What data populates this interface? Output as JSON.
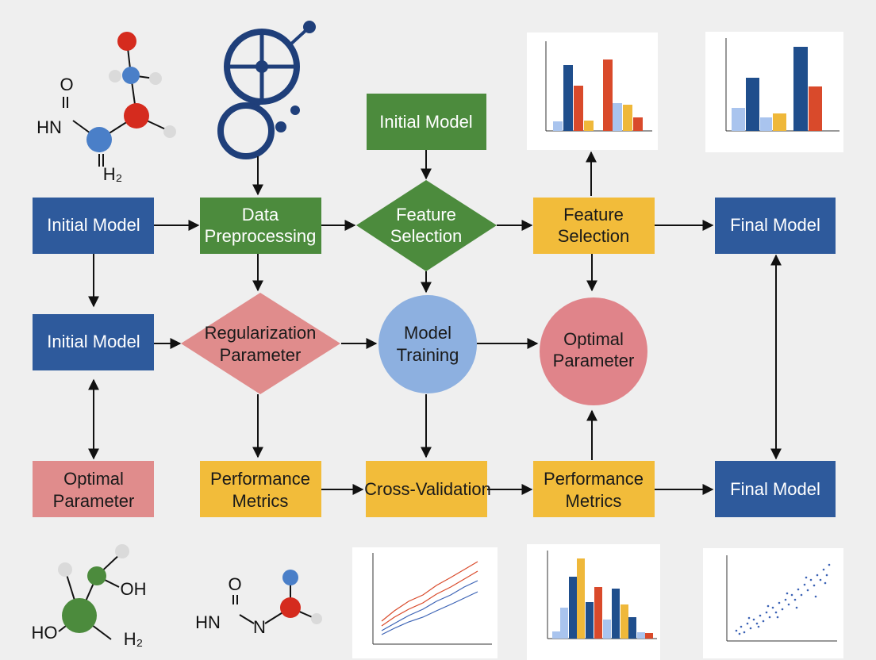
{
  "colors": {
    "blue_box": "#2E5A9C",
    "green_box": "#4C8B3D",
    "yellow_box": "#F2BC3A",
    "pink_box": "#E08C8C",
    "blue_circle": "#8DB0E0",
    "pink_circle": "#E0848A",
    "chart_navy": "#1F4E8C",
    "chart_red": "#D94A2B",
    "chart_yellow": "#EFB83A",
    "chart_lightblue": "#A9C4EE"
  },
  "nodes": {
    "n1": "Initial Model",
    "n2": [
      "Data",
      "Preprocessing"
    ],
    "n3": [
      "Feature",
      "Selection"
    ],
    "n4": [
      "Feature",
      "Selection"
    ],
    "n5": "Final Model",
    "n6": "Initial Model",
    "n7": [
      "Regularization",
      "Parameter"
    ],
    "n8": [
      "Model",
      "Training"
    ],
    "n9": [
      "Optimal",
      "Parameter"
    ],
    "n10": [
      "Optimal",
      "Parameter"
    ],
    "n11": [
      "Performance",
      "Metrics"
    ],
    "n12": "Cross-Validation",
    "n13": [
      "Performance",
      "Metrics"
    ],
    "n14": "Final Model",
    "n15": "Initial Model"
  },
  "molecules": {
    "top_left": [
      "O",
      "HN",
      "H₂"
    ],
    "bottom_left": [
      "OH",
      "HO",
      "H₂"
    ],
    "bottom_mid": [
      "O",
      "HN",
      "N"
    ]
  },
  "icons": [
    "network-graph-icon"
  ]
}
